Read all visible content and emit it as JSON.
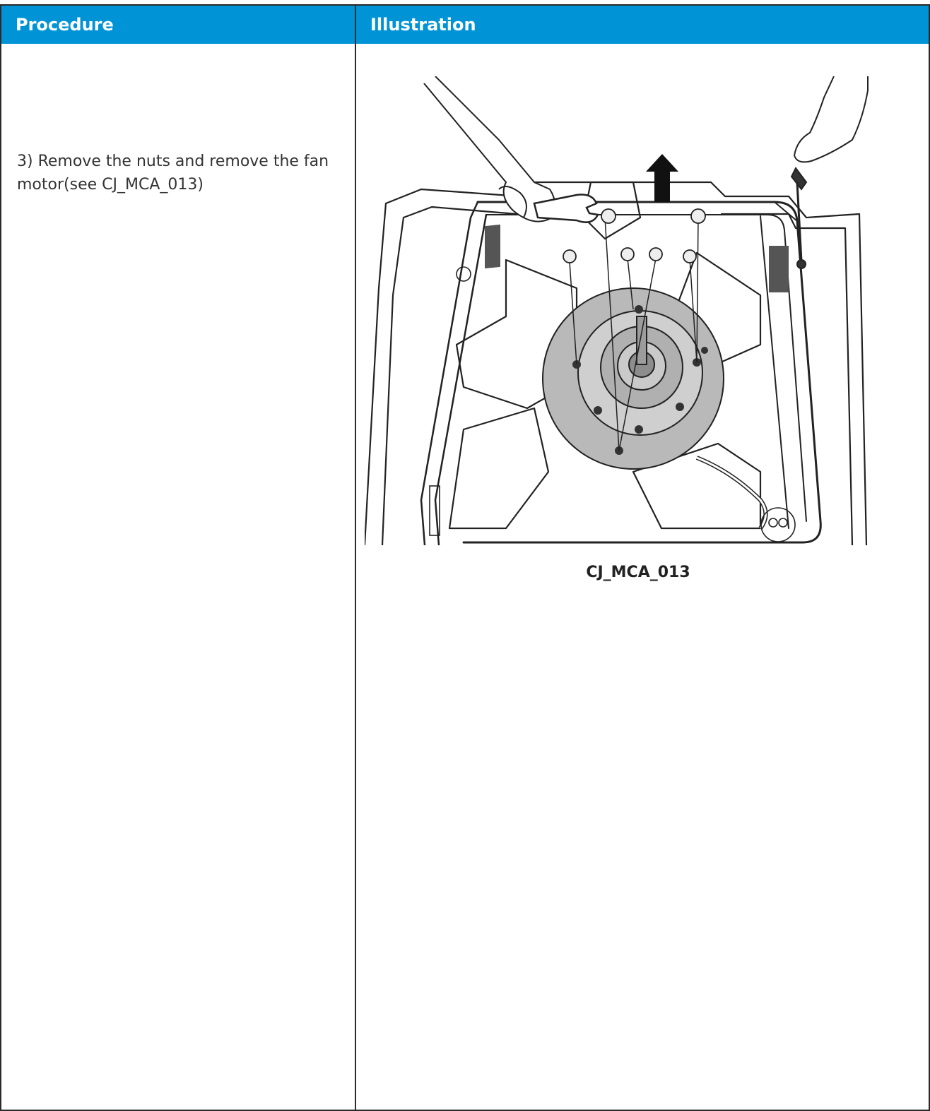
{
  "table": {
    "header": {
      "procedure_label": "Procedure",
      "illustration_label": "Illustration"
    },
    "row": {
      "procedure_text": "3) Remove the nuts and remove the fan motor(see CJ_MCA_013)",
      "figure_caption": "CJ_MCA_013"
    }
  },
  "colors": {
    "header_bg": "#0093d6",
    "border": "#2a2a2a",
    "motor_fill": "#b9b9b9"
  },
  "icons": [
    "wrench-icon",
    "screwdriver-icon",
    "up-arrow-icon",
    "hand-icon"
  ]
}
